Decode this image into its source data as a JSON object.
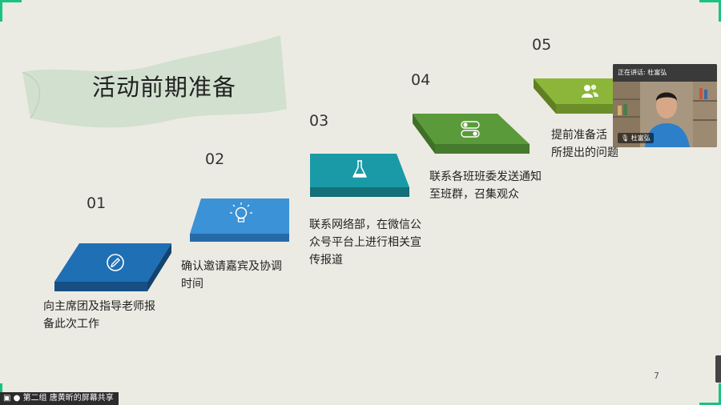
{
  "slide": {
    "title": "活动前期准备",
    "page_number": "7",
    "steps": [
      {
        "number": "01",
        "line1": "向主席团及指导老师报",
        "line2": "备此次工作",
        "icon": "pencil-icon"
      },
      {
        "number": "02",
        "line1": "确认邀请嘉宾及协调",
        "line2": "时间",
        "icon": "lightbulb-icon"
      },
      {
        "number": "03",
        "line1": "联系网络部，在微信公",
        "line2": "众号平台上进行相关宣",
        "line3": "传报道",
        "icon": "flask-icon"
      },
      {
        "number": "04",
        "line1": "联系各班班委发送通知",
        "line2": "至班群，召集观众",
        "icon": "toggle-icon"
      },
      {
        "number": "05",
        "line1": "提前准备活",
        "line2": "所提出的问题",
        "icon": "users-icon"
      }
    ]
  },
  "video": {
    "speaking_label": "正在讲话: 杜富弘",
    "name_label": "杜富弘"
  },
  "share_bar": {
    "label": "第二组 唐黄昕的屏幕共享"
  },
  "colors": {
    "step1": "#1f6fb5",
    "step2": "#3b92d6",
    "step3": "#1a9aa6",
    "step4": "#5a9a3a",
    "step5": "#8bb63a",
    "accent_corner": "#19c37d"
  }
}
